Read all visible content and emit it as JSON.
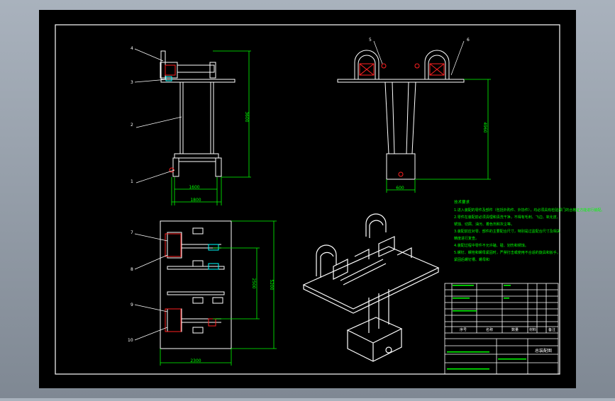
{
  "colors": {
    "bg": "#000000",
    "frame": "#ffffff",
    "dim": "#00ff00",
    "red": "#ff2020",
    "cyan": "#00ffff",
    "notes": "#00ff00"
  },
  "callouts": {
    "c1": "1",
    "c2": "2",
    "c3": "3",
    "c4": "4",
    "c5": "5",
    "c6": "6",
    "c7": "7",
    "c8": "8",
    "c9": "9",
    "c10": "10"
  },
  "dims": {
    "front_inner": "1600",
    "front_outer": "1800",
    "front_height": "3600",
    "side_height": "4960",
    "side_width": "600",
    "plan_width": "2300",
    "plan_inner": "2500",
    "plan_height": "5200"
  },
  "notes": {
    "title": "技术要求",
    "lines": [
      "1.进入装配的零件及部件（包括外购件、外协件），均必须具有检验部门的合格证方能进行装配。",
      "2.零件在装配前必须清理和清洗干净，不得有毛刺、飞边、氧化皮、",
      "锈蚀、切屑、油污、着色剂和灰尘等。",
      "3.装配前应对零、部件的主要配合尺寸，特别是过盈配合尺寸及相关",
      "精度进行复查。",
      "4.装配过程中零件不允许磕、碰、划伤和锈蚀。",
      "5.螺钉、螺栓和螺母紧固时，严禁打击或使用不合适的旋具和扳手。",
      "紧固后螺钉槽、螺母和"
    ]
  },
  "titleblock": {
    "col1": "序号",
    "col2": "名称",
    "col3": "数量",
    "col4": "材料",
    "col5": "备注",
    "drawing_name": "总装配图"
  }
}
